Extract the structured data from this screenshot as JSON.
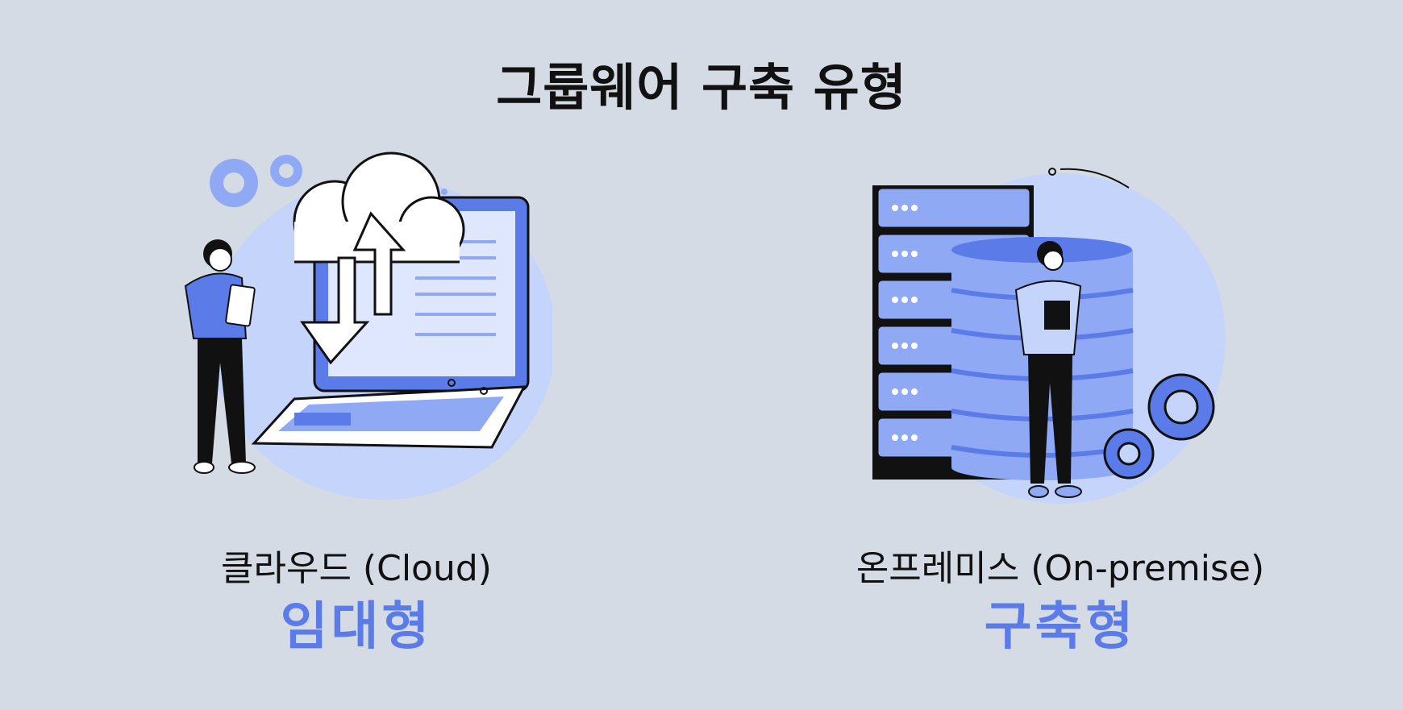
{
  "title": "그룹웨어 구축 유형",
  "left": {
    "label": "클라우드 (Cloud)",
    "type": "임대형",
    "illustration": "cloud-upload-laptop-illustration"
  },
  "right": {
    "label": "온프레미스 (On-premise)",
    "type": "구축형",
    "illustration": "server-database-illustration"
  },
  "colors": {
    "background": "#d5dbe5",
    "accent": "#5b7ce8",
    "light_blue": "#c5d4fb",
    "mid_blue": "#8fa9f5",
    "dark": "#111111"
  }
}
